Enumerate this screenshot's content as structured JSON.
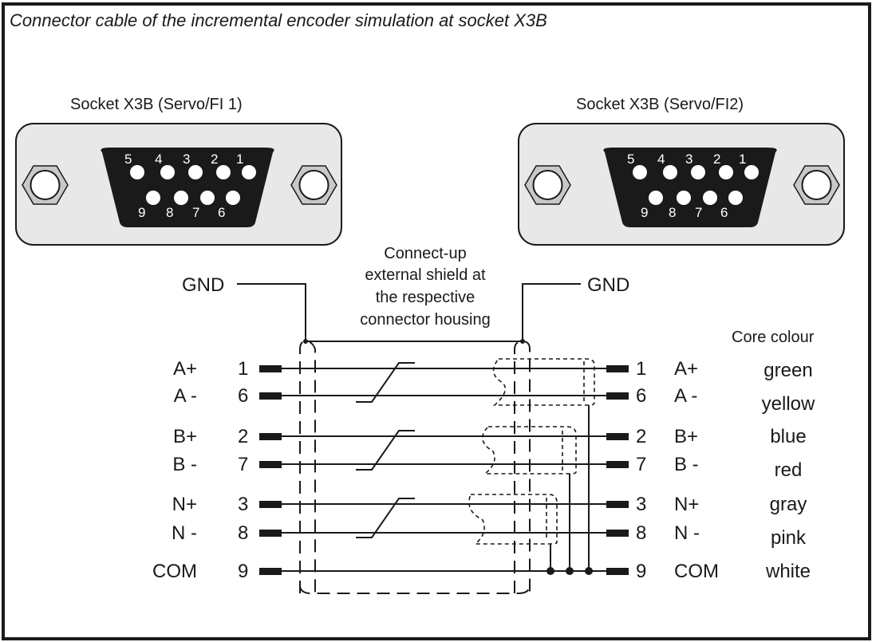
{
  "title": "Connector cable of the incremental encoder simulation at socket X3B",
  "sockets": [
    {
      "label": "Socket X3B (Servo/FI 1)",
      "top_pins": [
        "5",
        "4",
        "3",
        "2",
        "1"
      ],
      "bottom_pins": [
        "9",
        "8",
        "7",
        "6"
      ]
    },
    {
      "label": "Socket X3B (Servo/FI2)",
      "top_pins": [
        "5",
        "4",
        "3",
        "2",
        "1"
      ],
      "bottom_pins": [
        "9",
        "8",
        "7",
        "6"
      ]
    }
  ],
  "shield_note": [
    "Connect-up",
    "external shield at",
    "the respective",
    "connector housing"
  ],
  "gnd_left": "GND",
  "gnd_right": "GND",
  "core_colour_header": "Core colour",
  "wires": [
    {
      "signal": "A+",
      "pin": "1",
      "colour": "green"
    },
    {
      "signal": "A -",
      "pin": "6",
      "colour": "yellow"
    },
    {
      "signal": "B+",
      "pin": "2",
      "colour": "blue"
    },
    {
      "signal": "B -",
      "pin": "7",
      "colour": "red"
    },
    {
      "signal": "N+",
      "pin": "3",
      "colour": "gray"
    },
    {
      "signal": "N -",
      "pin": "8",
      "colour": "pink"
    },
    {
      "signal": "COM",
      "pin": "9",
      "colour": "white"
    }
  ]
}
